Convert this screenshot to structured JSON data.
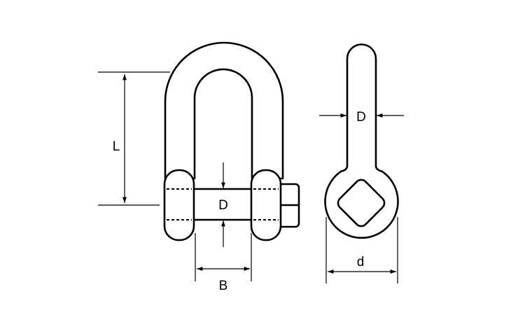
{
  "labels": {
    "length": "L",
    "pin_diameter_front": "D",
    "body_diameter_side": "D",
    "width": "B",
    "eye_diameter": "d"
  },
  "colors": {
    "stroke": "#000000",
    "background": "#ffffff"
  }
}
